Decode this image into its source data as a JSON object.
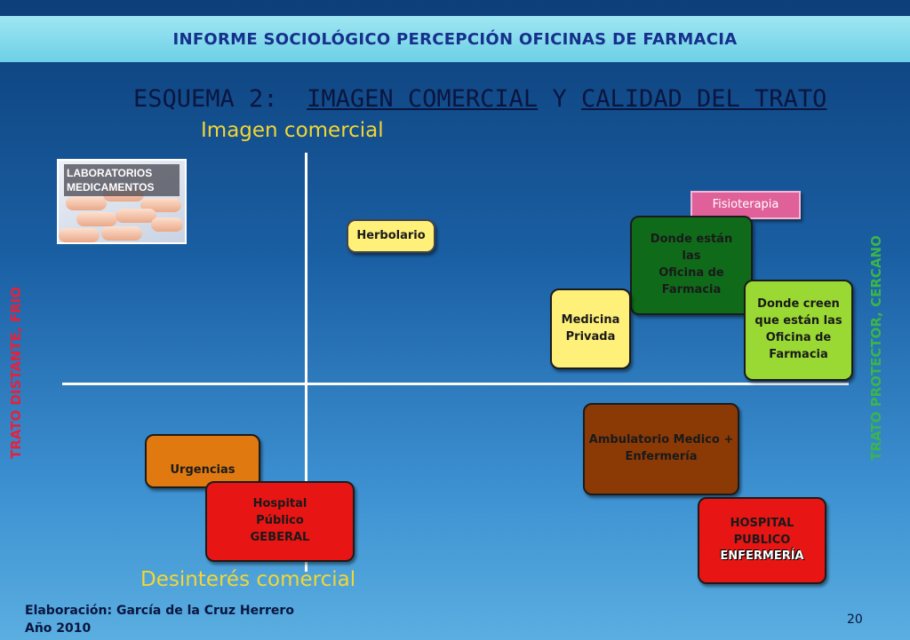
{
  "header": {
    "title": "INFORME SOCIOLÓGICO PERCEPCIÓN OFICINAS DE FARMACIA"
  },
  "scheme": {
    "prefix": "ESQUEMA 2",
    "colon": ":",
    "part1": "IMAGEN COMERCIAL",
    "joiner": "Y",
    "part2": "CALIDAD DEL TRATO"
  },
  "axes": {
    "top": "Imagen comercial",
    "bottom": "Desinterés comercial",
    "left": "TRATO DISTANTE, FRIO",
    "right": "TRATO PROTECTOR, CERCANO"
  },
  "lab_image": {
    "label": "LABORATORIOS\nMEDICAMENTOS"
  },
  "boxes": {
    "herbolario": "Herbolario",
    "fisioterapia": "Fisioterapia",
    "donde_estan": "Donde están\nlas\nOficina de\nFarmacia",
    "medicina_privada": "Medicina\nPrivada",
    "donde_creen": "Donde creen\nque están las\nOficina de\nFarmacia",
    "ambulatorio": "Ambulatorio Medico +\nEnfermería",
    "urgencias": "Urgencias",
    "hospital_publico": "Hospital\nPúblico\nGEBERAL",
    "hospital_enfermeria_1": "HOSPITAL\nPUBLICO",
    "hospital_enfermeria_2": "ENFERMERÍA"
  },
  "colors": {
    "header_band": "#7fd8ea",
    "title_navy": "#16308c",
    "axis_label_yellow": "#f2d633",
    "left_axis_red": "#e8203a",
    "right_axis_green": "#3ab54a",
    "box_yellow": "#fff07a",
    "box_dark_green": "#0f6b1a",
    "box_light_green": "#9ad934",
    "box_brown": "#8b3a06",
    "box_orange": "#e07a10",
    "box_red": "#e81515",
    "box_pink": "#e0609a"
  },
  "footer": {
    "credit": "Elaboración: García de la Cruz Herrero\nAño 2010",
    "page": "20"
  }
}
